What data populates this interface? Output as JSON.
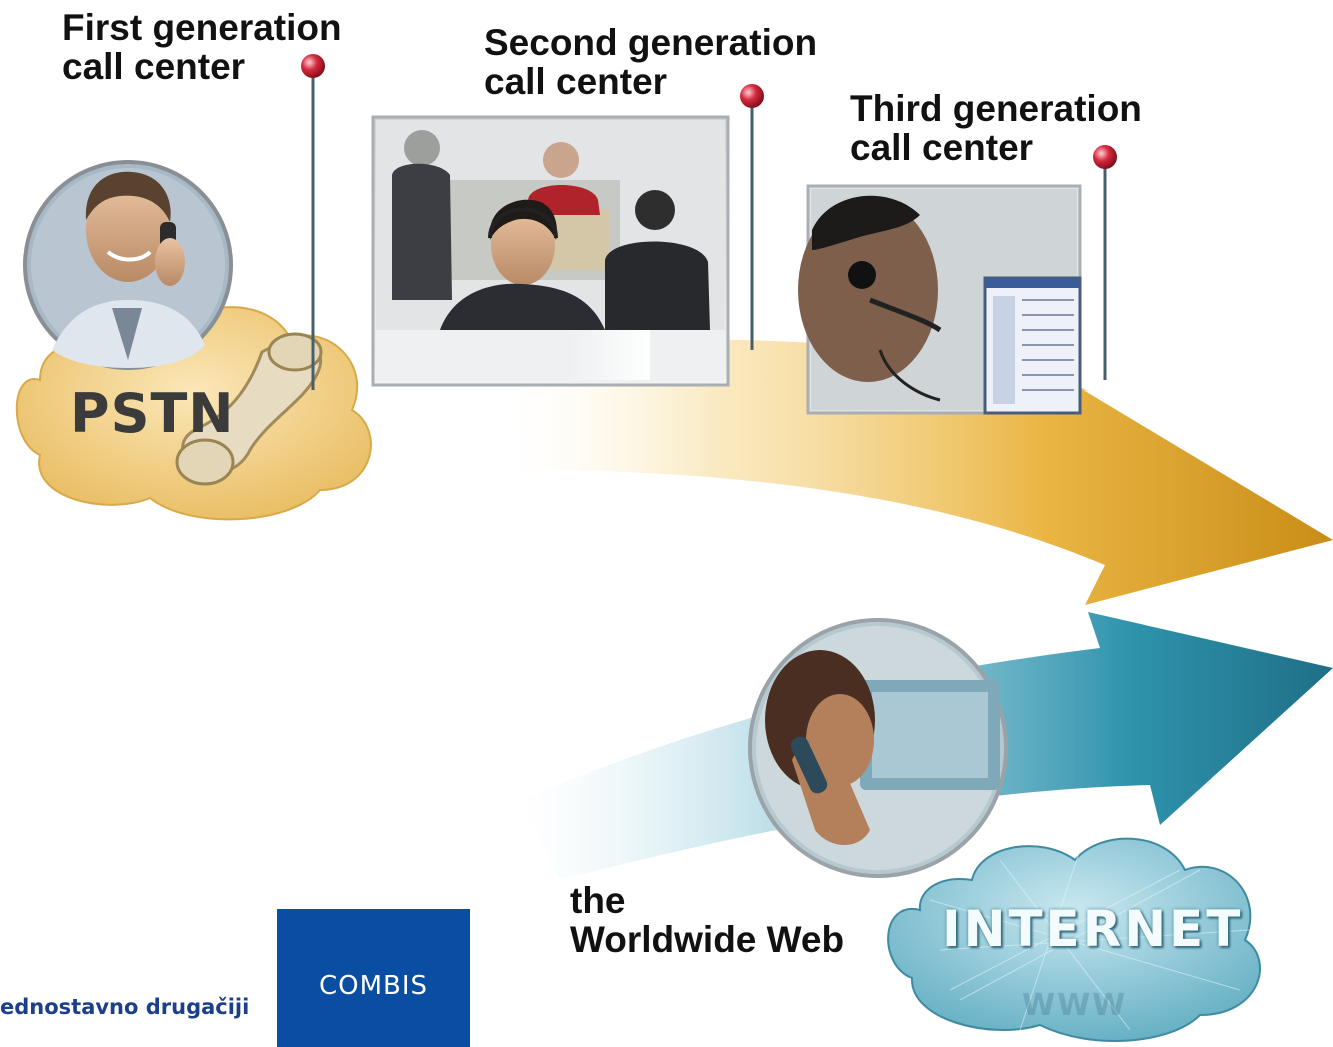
{
  "labels": {
    "first_generation": [
      "First generation",
      "call center"
    ],
    "second_generation": [
      "Second generation",
      "call center"
    ],
    "third_generation": [
      "Third generation",
      "call center"
    ],
    "web": [
      "the",
      "Worldwide Web"
    ]
  },
  "clouds": {
    "pstn": "PSTN",
    "internet": "INTERNET",
    "www": "WWW"
  },
  "footer": {
    "slogan": "ednostavno drugačiji",
    "logo": "COMBIS"
  },
  "colors": {
    "gold_arrow": "#e8b23a",
    "teal_arrow": "#2f93ad",
    "pin_red": "#c4172c",
    "logo_blue": "#0a4ea3",
    "slogan_blue": "#1b3f8a"
  }
}
